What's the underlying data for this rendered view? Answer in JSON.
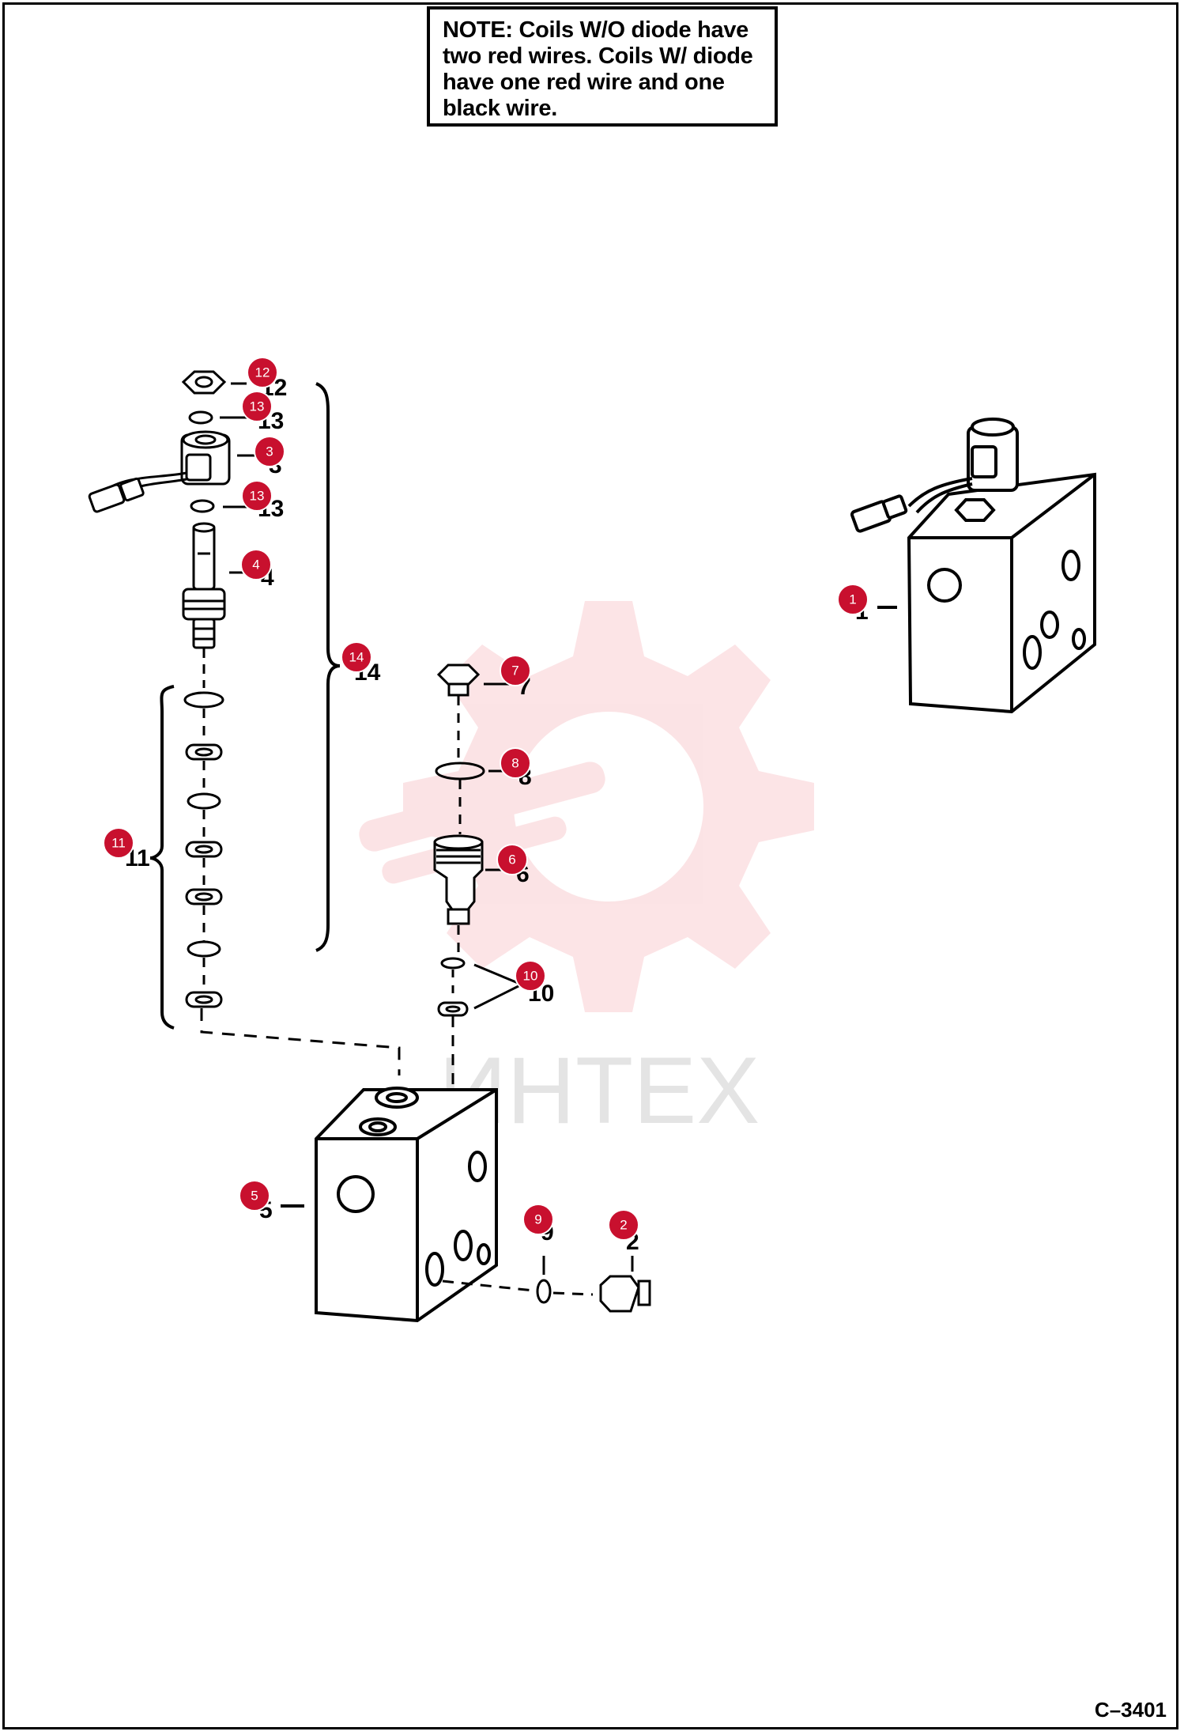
{
  "note": {
    "prefix": "NOTE:",
    "text": "Coils W/O diode have two red wires. Coils W/ diode have one red wire and one black wire."
  },
  "figure_code": "C–3401",
  "watermark": {
    "text": "ИНТЕХ",
    "color": "#e8323c"
  },
  "accent_color": "#c8102e",
  "callouts": [
    {
      "label": "1"
    },
    {
      "label": "2"
    },
    {
      "label": "3"
    },
    {
      "label": "4"
    },
    {
      "label": "5"
    },
    {
      "label": "6"
    },
    {
      "label": "7"
    },
    {
      "label": "8"
    },
    {
      "label": "9"
    },
    {
      "label": "10"
    },
    {
      "label": "11"
    },
    {
      "label": "12"
    },
    {
      "label": "13"
    },
    {
      "label": "13"
    },
    {
      "label": "14"
    }
  ],
  "part_labels": [
    "12",
    "13",
    "3",
    "13",
    "4",
    "14",
    "7",
    "8",
    "6",
    "10",
    "11",
    "5",
    "9",
    "2",
    "1"
  ]
}
